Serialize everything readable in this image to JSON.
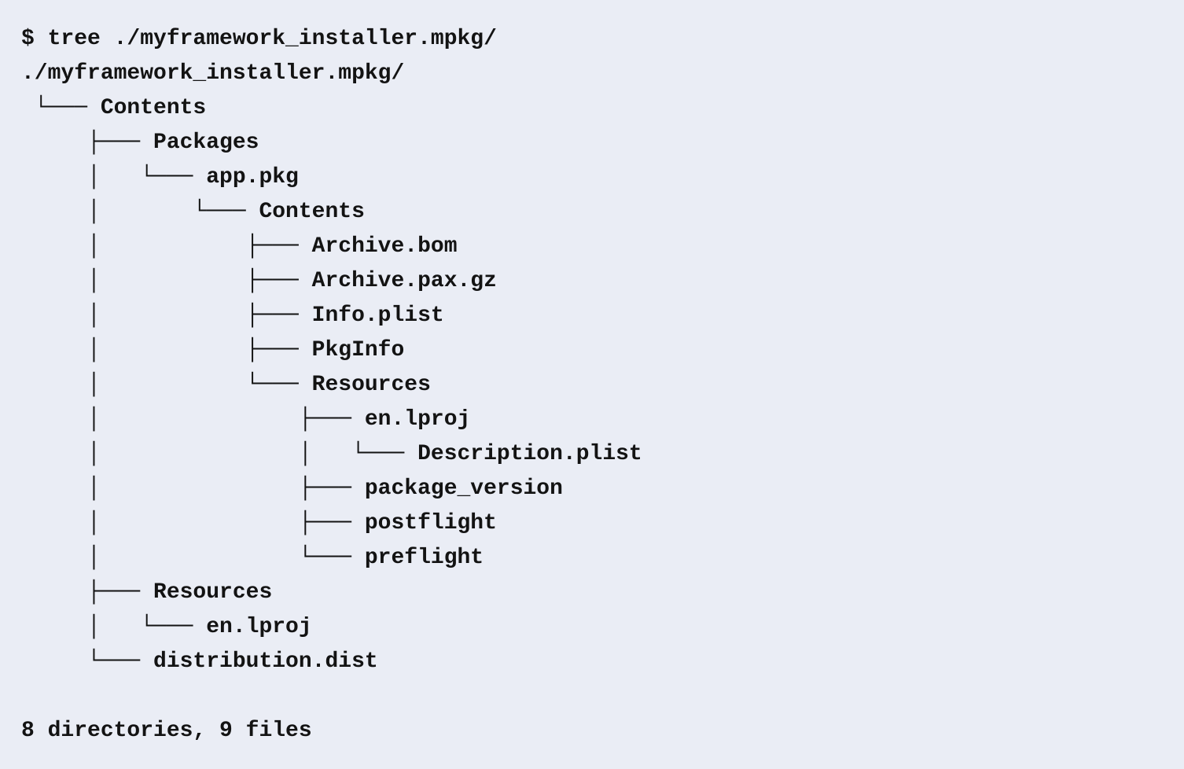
{
  "colors": {
    "background": "#eaedf5",
    "text": "#131313"
  },
  "terminal": {
    "command": "tree ./myframework_installer.mpkg/",
    "prompt": "$",
    "summary": "8 directories, 9 files",
    "lines": [
      "$ tree ./myframework_installer.mpkg/",
      "./myframework_installer.mpkg/",
      " └─── Contents",
      "     ├─── Packages",
      "     │   └─── app.pkg",
      "     │       └─── Contents",
      "     │           ├─── Archive.bom",
      "     │           ├─── Archive.pax.gz",
      "     │           ├─── Info.plist",
      "     │           ├─── PkgInfo",
      "     │           └─── Resources",
      "     │               ├─── en.lproj",
      "     │               │   └─── Description.plist",
      "     │               ├─── package_version",
      "     │               ├─── postflight",
      "     │               └─── preflight",
      "     ├─── Resources",
      "     │   └─── en.lproj",
      "     └─── distribution.dist",
      "",
      "8 directories, 9 files"
    ]
  }
}
